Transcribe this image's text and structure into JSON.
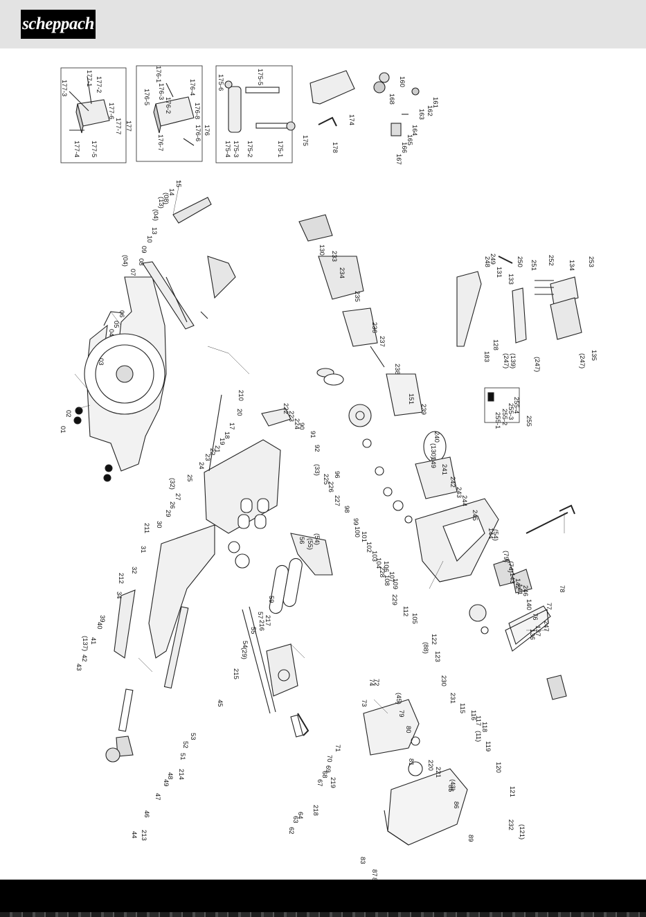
{
  "header": {
    "brand": "scheppach"
  },
  "diagram": {
    "title": "",
    "labels": {
      "L177_1": "177-1",
      "L177_2": "177-2",
      "L177_3": "177-3",
      "L177_4": "177-4",
      "L177_5": "177-5",
      "L177_6": "177-6",
      "L177_7": "177-7",
      "L177": "177",
      "L176_1": "176-1",
      "L176_2": "176-2",
      "L176_3": "176-3",
      "L176_4": "176-4",
      "L176_5": "176-5",
      "L176_6": "176-6",
      "L176_7": "176-7",
      "L176_8": "176-8",
      "L176": "176",
      "L175_1": "175-1",
      "L175_2": "175-2",
      "L175_3": "175-3",
      "L175_4": "175-4",
      "L175_5": "175-5",
      "L175_6": "175-6",
      "L175": "175",
      "L174": "174",
      "L178": "178",
      "L160": "160",
      "L161": "161",
      "L162": "162",
      "L163": "163",
      "L164": "164",
      "L165": "165",
      "L166": "166",
      "L167": "167",
      "L168": "168",
      "L01": "01",
      "L02": "02",
      "L03": "03",
      "L04": "04",
      "L05": "05",
      "L06": "06",
      "L07": "07",
      "L08": "08",
      "L04b": "(04)",
      "L09": "09",
      "L10": "10",
      "L13": "13",
      "L13b": "(13)",
      "L04c": "(04)",
      "L14": "14",
      "L15": "15",
      "L08b": "(08)",
      "L17": "17",
      "L18": "18",
      "L19": "19",
      "L20": "20",
      "L21": "21",
      "L22": "22",
      "L23": "23",
      "L24": "24",
      "L25": "25",
      "L26": "26",
      "L27": "27",
      "L28": "28",
      "L29": "29",
      "L30": "30",
      "L31": "31",
      "L32": "32",
      "L32b": "(32)",
      "L34": "34",
      "L39": "39",
      "L40": "40",
      "L41": "41",
      "L42": "42",
      "L43": "43",
      "L44": "44",
      "L45": "45",
      "L46": "46",
      "L47": "47",
      "L48": "48",
      "L49": "49",
      "L51": "51",
      "L52": "52",
      "L53": "53",
      "L54": "54",
      "L55": "55",
      "L56": "56",
      "L57": "57",
      "L59": "59",
      "L210": "210",
      "L211": "211",
      "L212": "212",
      "L213": "213",
      "L214": "214",
      "L215": "215",
      "L216": "216",
      "L217": "217",
      "L137b": "(137)",
      "L29b": "(29)",
      "L54b": "(54)",
      "L55b": "(55)",
      "L33b": "(33)",
      "L62": "62",
      "L63": "63",
      "L64": "64",
      "L67": "67",
      "L68": "68",
      "L69": "69",
      "L70": "70",
      "L71": "71",
      "L72": "72",
      "L73": "73",
      "L74": "74",
      "L218": "218",
      "L219": "219",
      "L79": "79",
      "L80": "80",
      "L81": "81",
      "L83": "83",
      "L85": "85",
      "L86": "86",
      "L87": "87",
      "L88": "88",
      "L89": "89",
      "L220": "220",
      "L221": "221",
      "L43b": "(43)",
      "L45b": "(45)",
      "L90": "90",
      "L91": "91",
      "L92": "92",
      "L96": "96",
      "L98": "98",
      "L99": "99",
      "L100": "100",
      "L101": "101",
      "L102": "102",
      "L103": "103",
      "L104": "104",
      "L105": "105",
      "L106": "106",
      "L107": "107",
      "L108": "108",
      "L109": "109",
      "L112": "112",
      "L222": "222",
      "L223": "223",
      "L224": "224",
      "L225": "225",
      "L226": "226",
      "L227": "227",
      "L228": "228",
      "L229": "229",
      "L130": "130",
      "L233": "233",
      "L234": "234",
      "L235": "235",
      "L236": "236",
      "L237": "237",
      "L238": "238",
      "L239": "239",
      "L240": "240",
      "L241": "241",
      "L242": "242",
      "L243": "243",
      "L244": "244",
      "L245": "245",
      "L151": "151",
      "L149": "149",
      "L130b": "(130)",
      "L54c": "(54)",
      "L144": "144",
      "L115": "115",
      "L116": "116",
      "L117": "117",
      "L118": "118",
      "L119": "119",
      "L120": "120",
      "L121": "121",
      "L122": "122",
      "L123": "123",
      "L230": "230",
      "L231": "231",
      "L232": "232",
      "L11b": "(11)",
      "L121b": "(121)",
      "L88b": "(88)",
      "L76": "76",
      "L77": "77",
      "L78": "78",
      "L79b": "(79)",
      "L74b": "(74)",
      "L140": "140",
      "L141": "141",
      "L142": "142",
      "L143": "143",
      "L246": "246",
      "L247": "247",
      "L136": "136",
      "L137": "137",
      "L248": "248",
      "L249": "249",
      "L131": "131",
      "L133": "133",
      "L250": "250",
      "L251": "251",
      "L252": "252",
      "L253": "253",
      "L134": "134",
      "L135": "135",
      "L128": "128",
      "L183": "183",
      "L139b": "(139)",
      "L247b": "(247)",
      "L247c": "(247)",
      "L247d": "(247)",
      "L255": "255",
      "L255_1": "255-1",
      "L255_2": "255-2",
      "L255_3": "255-3",
      "L255_4": "255-4"
    }
  }
}
